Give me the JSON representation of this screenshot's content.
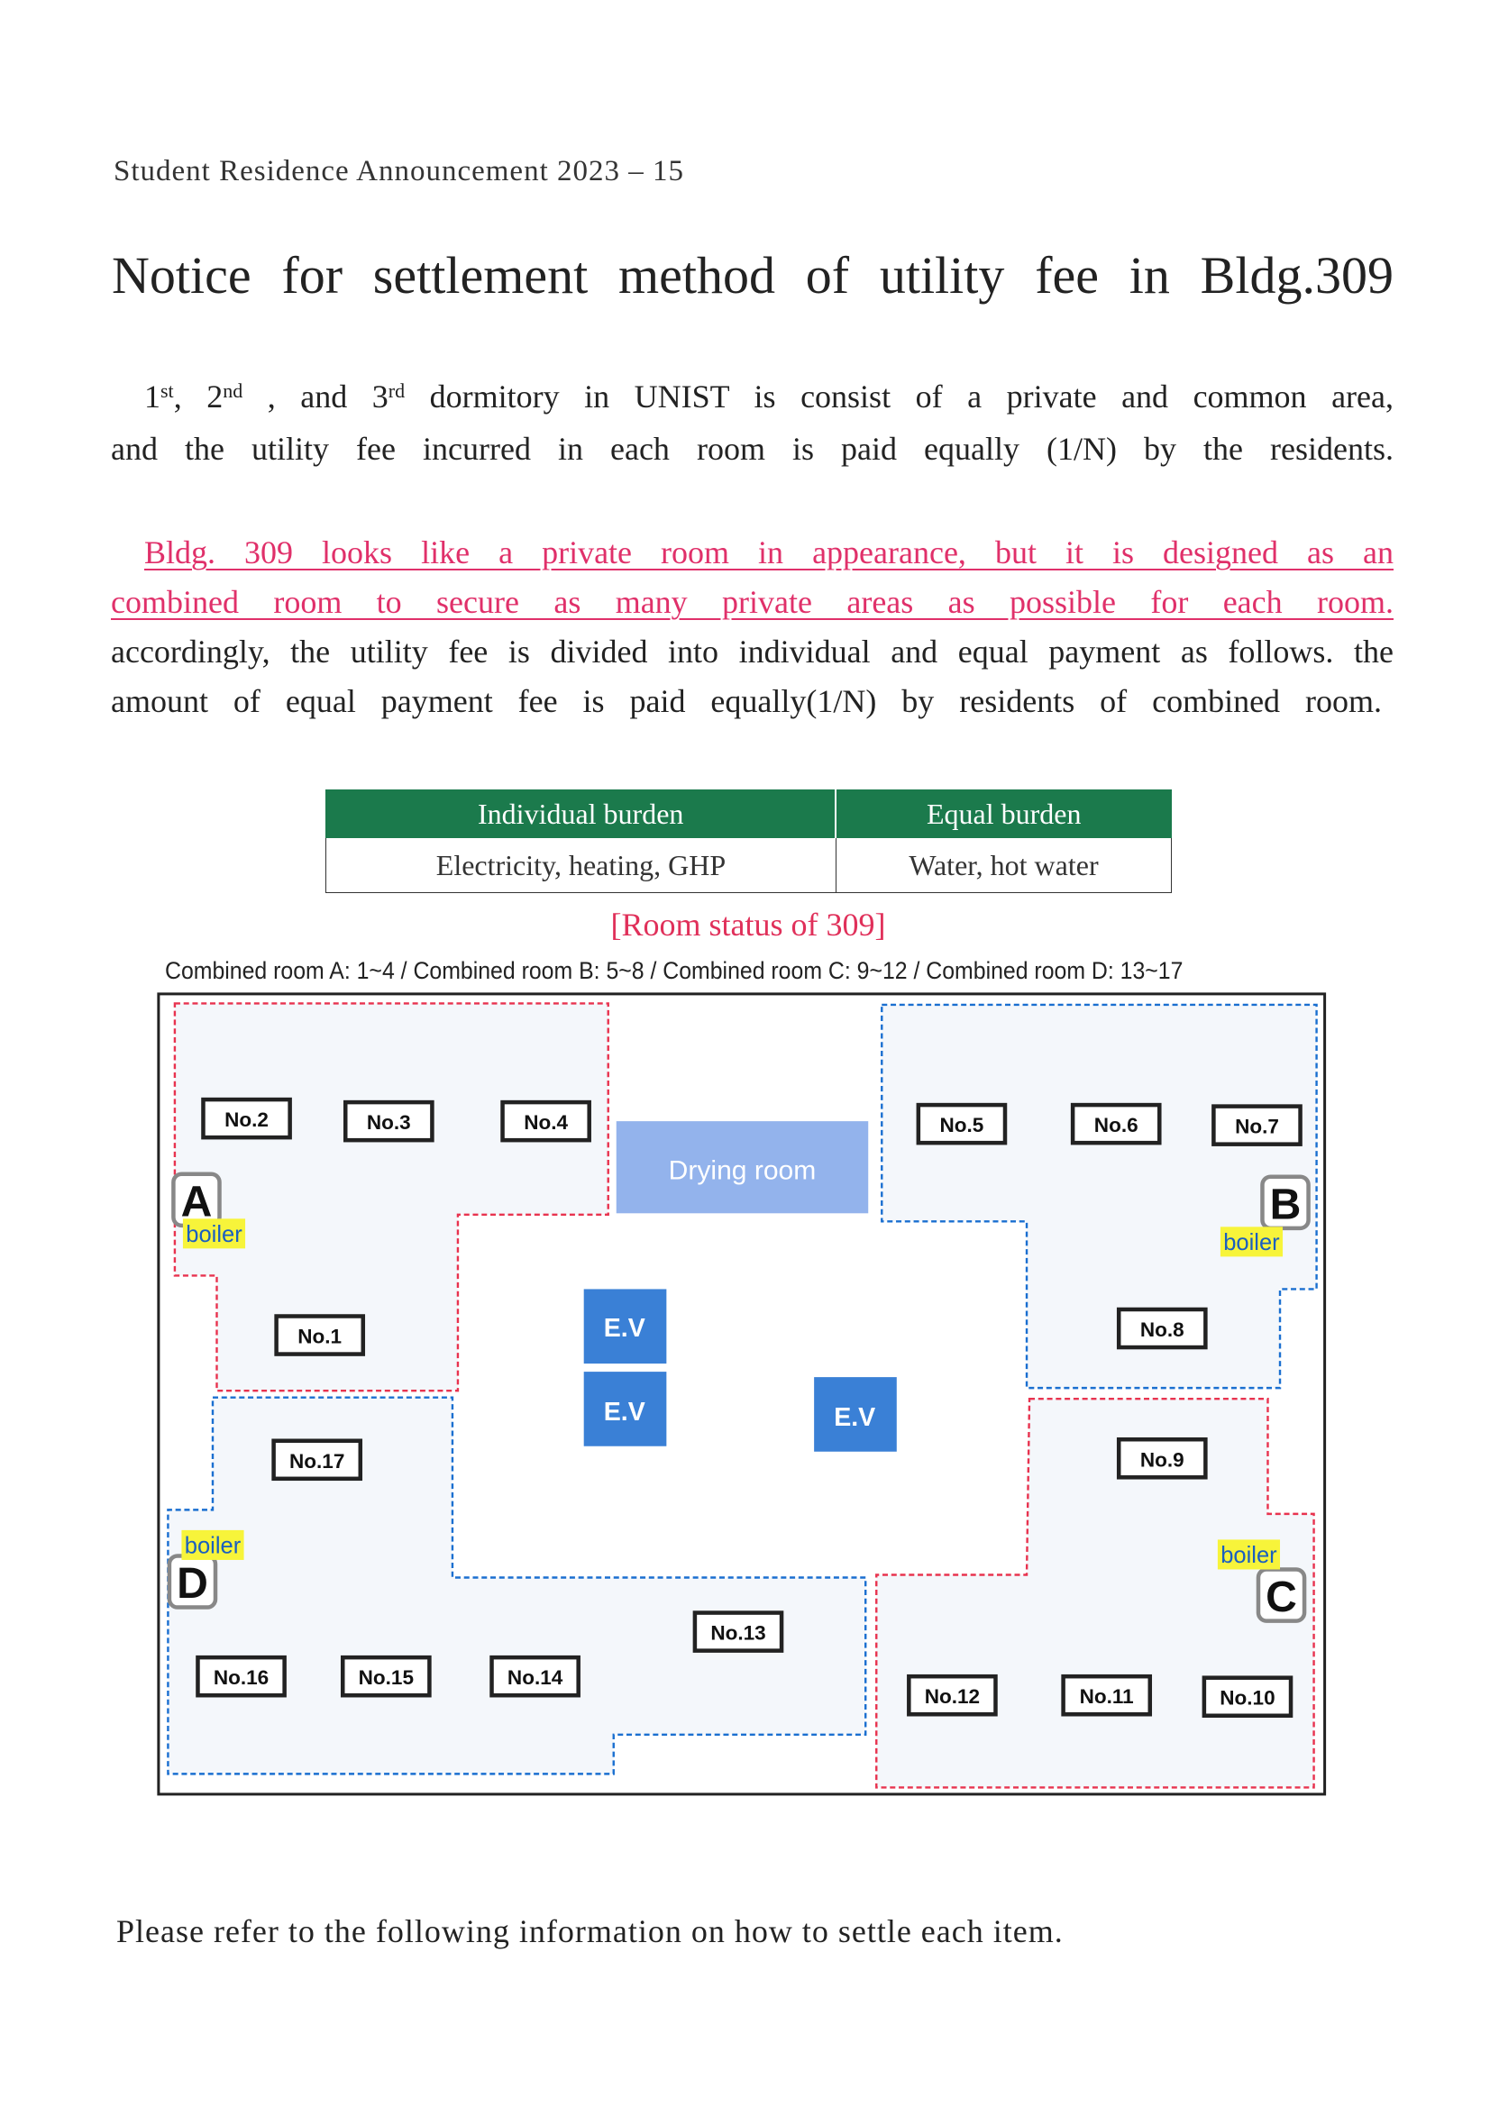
{
  "header": "Student Residence Announcement 2023 – 15",
  "title": "Notice for settlement method of utility fee in Bldg.309",
  "para1": {
    "n1": "1",
    "s1": "st",
    "n2": ", 2",
    "s2": "nd",
    "n3": " , and 3",
    "s3": "rd",
    "rest1": " dormitory in UNIST is consist of a private and common area,",
    "line2": "and the utility fee incurred in each room is paid equally (1/N) by the residents."
  },
  "para2": {
    "highlight1": "Bldg. 309 looks like a private room in appearance, but it is designed as an",
    "highlight2": "combined room to secure as many private areas as possible for each room.",
    "line3": "accordingly, the utility fee is divided into individual and equal payment as follows. the",
    "line4": "amount of equal payment fee is paid equally(1/N) by residents of combined room."
  },
  "table": {
    "headers": [
      "Individual burden",
      "Equal burden"
    ],
    "row": [
      "Electricity, heating, GHP",
      "Water, hot water"
    ]
  },
  "room_status_title": "[Room status of 309]",
  "combined_rooms": "Combined room A: 1~4 / Combined room B: 5~8 / Combined room C: 9~12 / Combined room D: 13~17",
  "map": {
    "drying_room": "Drying room",
    "ev": [
      "E.V",
      "E.V",
      "E.V"
    ],
    "zones": [
      "A",
      "B",
      "C",
      "D"
    ],
    "boiler": "boiler",
    "rooms": [
      "No.1",
      "No.2",
      "No.3",
      "No.4",
      "No.5",
      "No.6",
      "No.7",
      "No.8",
      "No.9",
      "No.10",
      "No.11",
      "No.12",
      "No.13",
      "No.14",
      "No.15",
      "No.16",
      "No.17"
    ],
    "colors": {
      "red": "#e8334f",
      "blue": "#1a6fd0",
      "drying": "#93b3ec",
      "ev": "#3a80d6",
      "boiler_bg": "#f7f43a"
    }
  },
  "footer": "Please refer to the following information on how to settle each item."
}
